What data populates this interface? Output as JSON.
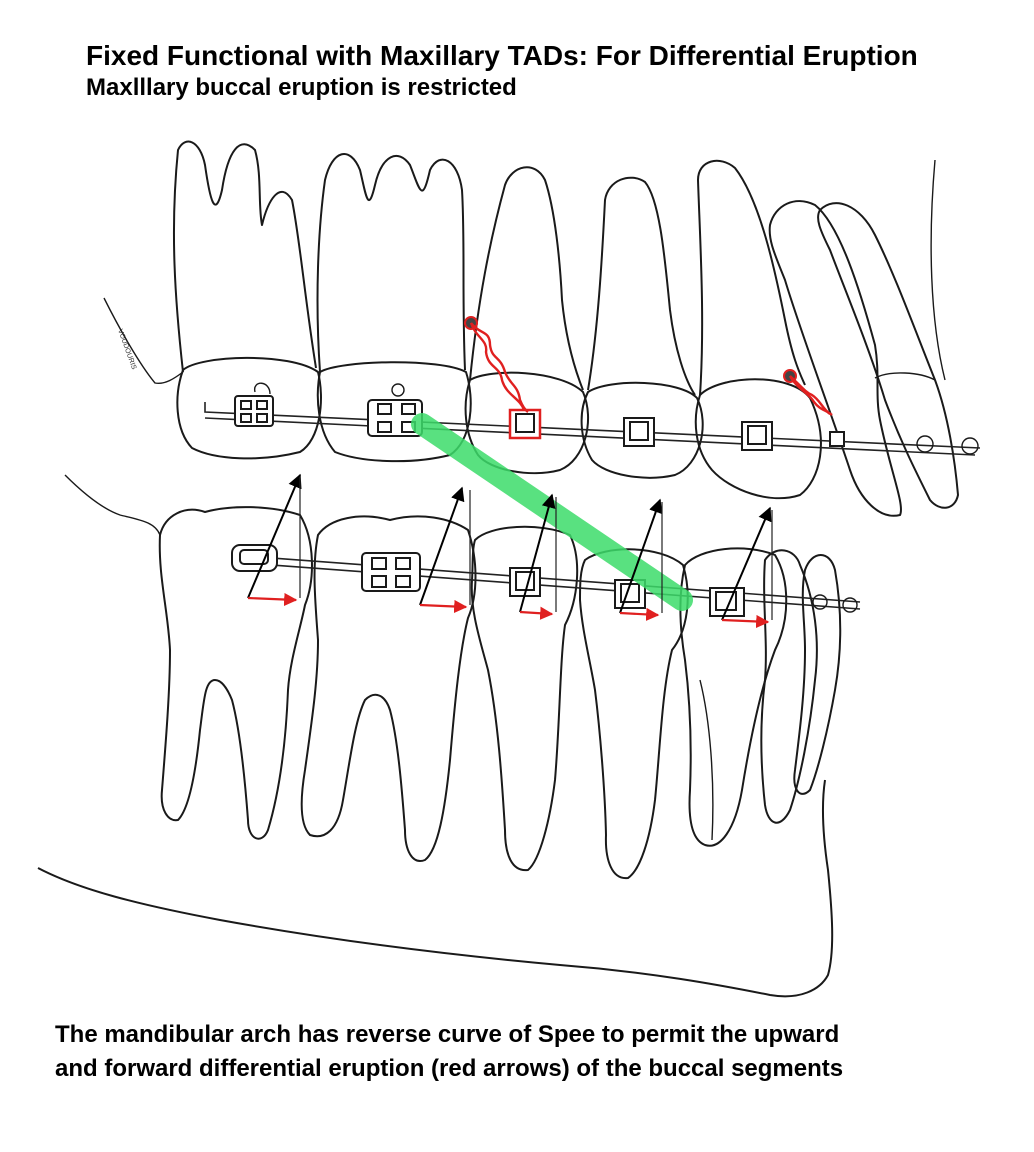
{
  "title": "Fixed Functional with Maxillary TADs: For Differential Eruption",
  "subtitle": "Maxlllary buccal eruption is restricted",
  "caption_line1": "The mandibular arch has reverse curve of Spee to permit the upward",
  "caption_line2": "and forward differential eruption (red arrows) of the buccal segments",
  "signature": "VOUDOURIS",
  "colors": {
    "outline": "#1a1a1a",
    "elastic_green": "#3ddc6a",
    "tad_red": "#e02020",
    "arrow_black": "#000000"
  }
}
